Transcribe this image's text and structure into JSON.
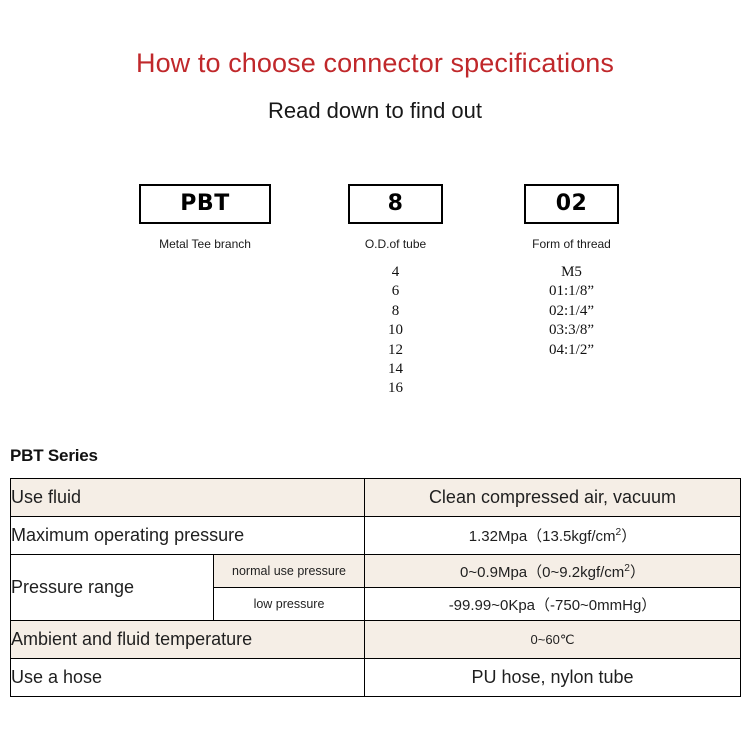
{
  "header": {
    "title": "How to choose connector specifications",
    "subtitle": "Read down to find out",
    "title_color": "#c0282b"
  },
  "code_breakdown": {
    "columns": [
      {
        "code": "PBT",
        "caption": "Metal Tee branch",
        "options": []
      },
      {
        "code": "8",
        "caption": "O.D.of tube",
        "options": [
          "4",
          "6",
          "8",
          "10",
          "12",
          "14",
          "16"
        ]
      },
      {
        "code": "02",
        "caption": "Form of thread",
        "options": [
          "M5",
          "01:1/8”",
          "02:1/4”",
          "03:3/8”",
          "04:1/2”"
        ]
      }
    ]
  },
  "spec_table": {
    "heading": "PBT Series",
    "row_bg_alt": "#f5eee6",
    "rows": {
      "use_fluid_label": "Use fluid",
      "use_fluid_value": "Clean compressed air, vacuum",
      "max_pressure_label": "Maximum operating pressure",
      "max_pressure_value_a": "1.32Mpa",
      "max_pressure_value_b": "（13.5kgf/cm",
      "max_pressure_value_sup": "2",
      "max_pressure_value_c": "）",
      "pressure_range_label": "Pressure range",
      "normal_use_label": "normal use pressure",
      "normal_use_value_a": "0~0.9Mpa",
      "normal_use_value_b": "（0~9.2kgf/cm",
      "normal_use_value_sup": "2",
      "normal_use_value_c": "）",
      "low_pressure_label": "low pressure",
      "low_pressure_value": "-99.99~0Kpa（-750~0mmHg）",
      "temperature_label": "Ambient and fluid temperature",
      "temperature_value": "0~60℃",
      "hose_label": "Use a hose",
      "hose_value": "PU hose, nylon tube"
    }
  }
}
